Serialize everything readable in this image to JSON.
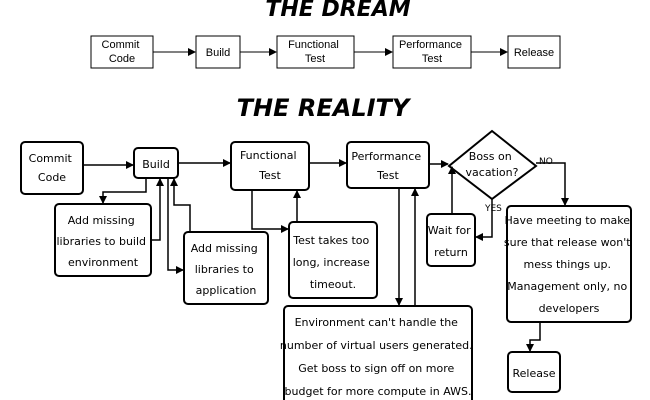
{
  "dream": {
    "title": "THE DREAM",
    "steps": [
      {
        "id": "commit",
        "lines": [
          "Commit",
          "Code"
        ]
      },
      {
        "id": "build",
        "lines": [
          "Build"
        ]
      },
      {
        "id": "functional-test",
        "lines": [
          "Functional",
          "Test"
        ]
      },
      {
        "id": "performance-test",
        "lines": [
          "Performance",
          "Test"
        ]
      },
      {
        "id": "release",
        "lines": [
          "Release"
        ]
      }
    ]
  },
  "reality": {
    "title": "THE REALITY",
    "nodes": {
      "commit": [
        "Commit",
        "Code"
      ],
      "build": [
        "Build"
      ],
      "functional_test": [
        "Functional",
        "Test"
      ],
      "performance_test": [
        "Performance",
        "Test"
      ],
      "boss_decision": [
        "Boss on",
        "vacation?"
      ],
      "add_libs_build": [
        "Add missing",
        "libraries to build",
        "environment"
      ],
      "add_libs_app": [
        "Add missing",
        "libraries to",
        "application"
      ],
      "test_too_long": [
        "Test takes too",
        "long, increase",
        "timeout."
      ],
      "wait_return": [
        "Wait for",
        "return"
      ],
      "meeting": [
        "Have meeting to make",
        "sure that release won't",
        "mess things up.",
        "Management only, no",
        "developers"
      ],
      "environment": [
        "Environment can't handle the",
        "number of virtual users generated.",
        "Get boss to sign off on more",
        "budget for more compute in AWS."
      ],
      "release": [
        "Release"
      ]
    },
    "labels": {
      "yes": "YES",
      "no": "NO"
    }
  }
}
